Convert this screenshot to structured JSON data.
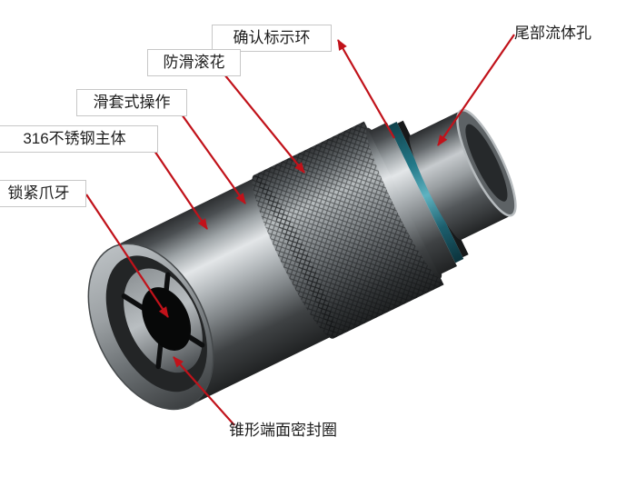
{
  "colors": {
    "leader_red": "#c1121a",
    "label_border": "#c7c7c7",
    "canvas_bg": "#ffffff",
    "indicator_teal": "#2a8396",
    "steel_light": "#e3e6e8",
    "steel_dark": "#202223"
  },
  "labels": {
    "confirm_ring": "确认标示环",
    "knurl": "防滑滚花",
    "sleeve": "滑套式操作",
    "body": "316不锈钢主体",
    "claw": "锁紧爪牙",
    "tail_hole": "尾部流体孔",
    "seal": "锥形端面密封圈"
  }
}
